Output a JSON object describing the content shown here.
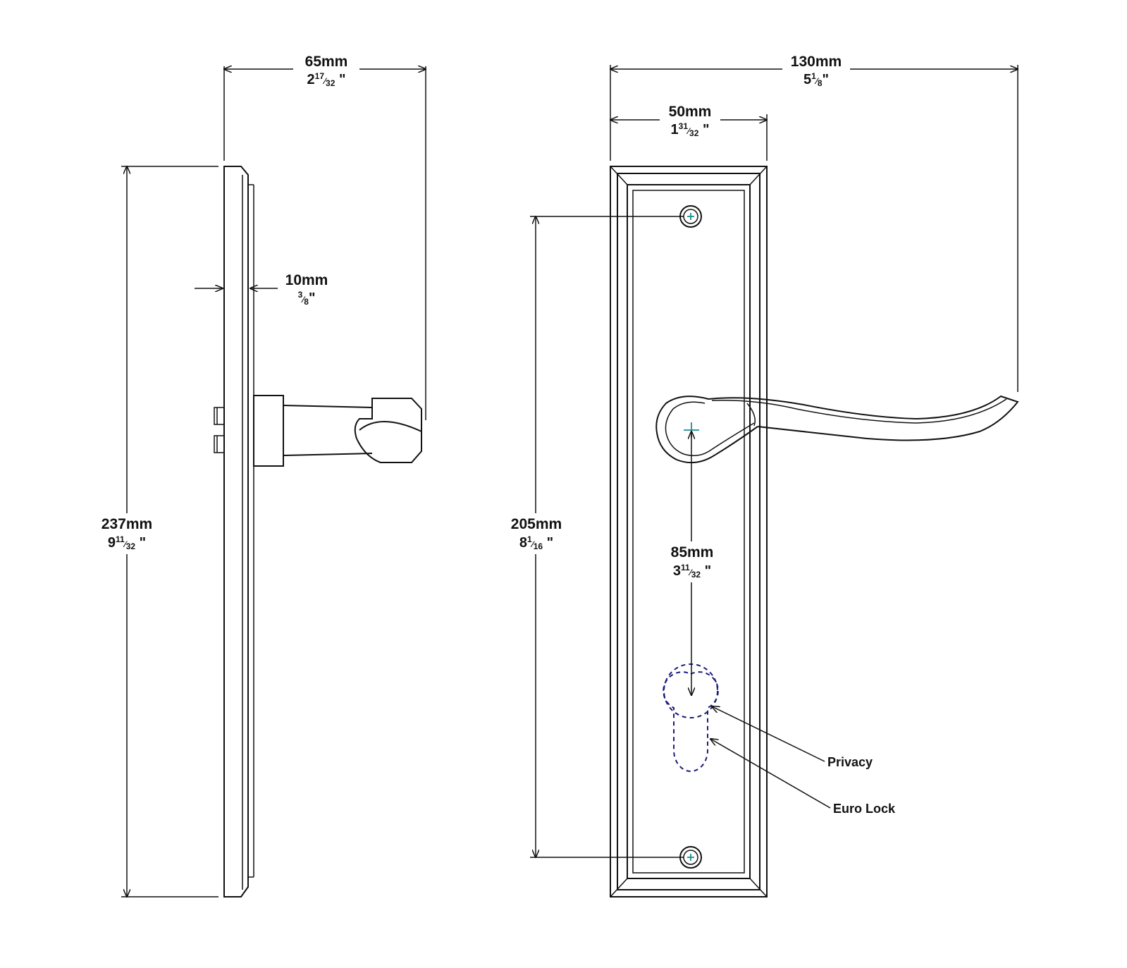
{
  "dimensions": {
    "side_width": {
      "mm": "65mm",
      "inch_whole": "2",
      "inch_num": "17",
      "inch_den": "32",
      "inch_mark": "\""
    },
    "side_height": {
      "mm": "237mm",
      "inch_whole": "9",
      "inch_num": "11",
      "inch_den": "32",
      "inch_mark": "\""
    },
    "side_thick": {
      "mm": "10mm",
      "inch_whole": "",
      "inch_num": "3",
      "inch_den": "8",
      "inch_mark": "\""
    },
    "front_total": {
      "mm": "130mm",
      "inch_whole": "5",
      "inch_num": "1",
      "inch_den": "8",
      "inch_mark": "\""
    },
    "front_plate": {
      "mm": "50mm",
      "inch_whole": "1",
      "inch_num": "31",
      "inch_den": "32",
      "inch_mark": "\""
    },
    "front_screws": {
      "mm": "205mm",
      "inch_whole": "8",
      "inch_num": "1",
      "inch_den": "16",
      "inch_mark": "\""
    },
    "front_centre": {
      "mm": "85mm",
      "inch_whole": "3",
      "inch_num": "11",
      "inch_den": "32",
      "inch_mark": "\""
    }
  },
  "callouts": {
    "privacy": "Privacy",
    "euro_lock": "Euro Lock"
  },
  "colors": {
    "line": "#111111",
    "cutout_dashed": "#1a1a7a",
    "centre_mark": "#1b8f8f"
  }
}
